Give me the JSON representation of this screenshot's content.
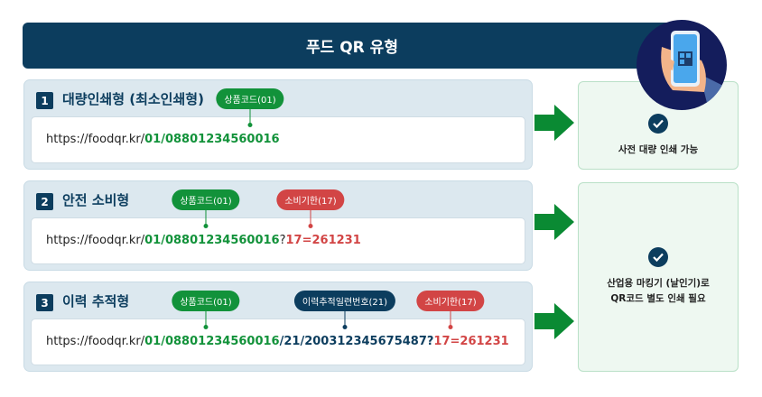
{
  "header": {
    "title": "푸드 QR 유형"
  },
  "colors": {
    "navy": "#0c3d5e",
    "green": "#12923a",
    "red": "#d24545",
    "panel": "#dce8ef",
    "result_bg": "#eef8f1"
  },
  "rows": [
    {
      "num": "1",
      "title": "대량인쇄형 (최소인쇄형)",
      "tags": [
        "상품코드(01)"
      ],
      "url": {
        "base": "https://foodqr.kr/",
        "gtin": "01/08801234560016"
      }
    },
    {
      "num": "2",
      "title": "안전 소비형",
      "tags": [
        "상품코드(01)",
        "소비기한(17)"
      ],
      "url": {
        "base": "https://foodqr.kr/",
        "gtin": "01/08801234560016",
        "q": "?",
        "exp": "17=261231"
      }
    },
    {
      "num": "3",
      "title": "이력 추적형",
      "tags": [
        "상품코드(01)",
        "이력추적일련번호(21)",
        "소비기한(17)"
      ],
      "url": {
        "base": "https://foodqr.kr/",
        "gtin": "01/08801234560016",
        "serial": "/21/200312345675487?",
        "exp": "17=261231"
      }
    }
  ],
  "results": [
    {
      "icon": "check-circle-icon",
      "lines": [
        "사전 대량 인쇄 가능"
      ]
    },
    {
      "icon": "check-circle-icon",
      "lines": [
        "산업용 마킹기 (날인기)로",
        "QR코드 별도 인쇄 필요"
      ]
    }
  ],
  "illustration": {
    "icon": "hand-phone-qr-icon"
  }
}
